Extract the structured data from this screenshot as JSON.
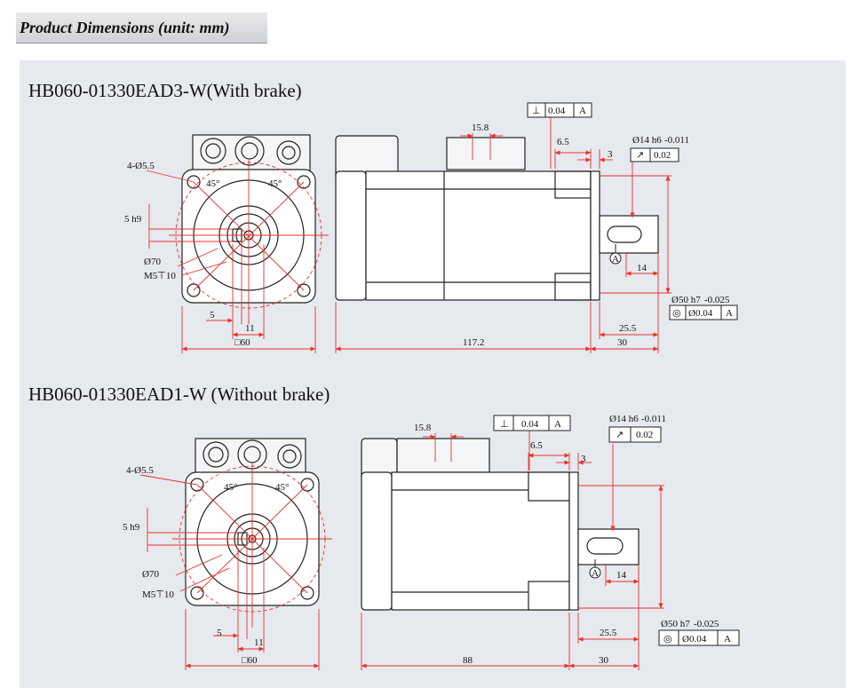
{
  "page": {
    "title": "Product Dimensions (unit: mm)"
  },
  "colors": {
    "dimension_red": "#e8322d",
    "outline": "#222222",
    "panel_bg": "#e6e9ee"
  },
  "models": [
    {
      "title": "HB060-01330EAD3-W(With brake)",
      "front": {
        "holes": "4-Ø5.5",
        "angle_a": "45°",
        "angle_b": "45°",
        "key": "5 h9",
        "pcd": "Ø70",
        "thread": "M5⊤10",
        "dim_5": "5",
        "dim_11": "11",
        "flange": "□60"
      },
      "side": {
        "body_length": "117.2",
        "shaft_length": "30",
        "key_length": "25.5",
        "key_offset": "14",
        "flange_thk": "6.5",
        "dim_3": "3",
        "connector": "15.8",
        "perp_symbol": "⊥",
        "perp_value": "0.04",
        "perp_datum": "A",
        "shaft_dia": "Ø14 h6",
        "shaft_tol": "-0.011",
        "runout_symbol": "↗",
        "runout_value": "0.02",
        "pilot_dia": "Ø50 h7",
        "pilot_tol": "-0.025",
        "conc_symbol": "◎",
        "conc_value": "Ø0.04",
        "conc_datum": "A",
        "datum_mark": "A"
      }
    },
    {
      "title": "HB060-01330EAD1-W (Without brake)",
      "front": {
        "holes": "4-Ø5.5",
        "angle_a": "45°",
        "angle_b": "45°",
        "key": "5 h9",
        "pcd": "Ø70",
        "thread": "M5⊤10",
        "dim_5": "5",
        "dim_11": "11",
        "flange": "□60"
      },
      "side": {
        "body_length": "88",
        "shaft_length": "30",
        "key_length": "25.5",
        "key_offset": "14",
        "flange_thk": "6.5",
        "dim_3": "3",
        "connector": "15.8",
        "perp_symbol": "⊥",
        "perp_value": "0.04",
        "perp_datum": "A",
        "shaft_dia": "Ø14 h6",
        "shaft_tol": "-0.011",
        "runout_symbol": "↗",
        "runout_value": "0.02",
        "pilot_dia": "Ø50 h7",
        "pilot_tol": "-0.025",
        "conc_symbol": "◎",
        "conc_value": "Ø0.04",
        "conc_datum": "A",
        "datum_mark": "A"
      }
    }
  ]
}
